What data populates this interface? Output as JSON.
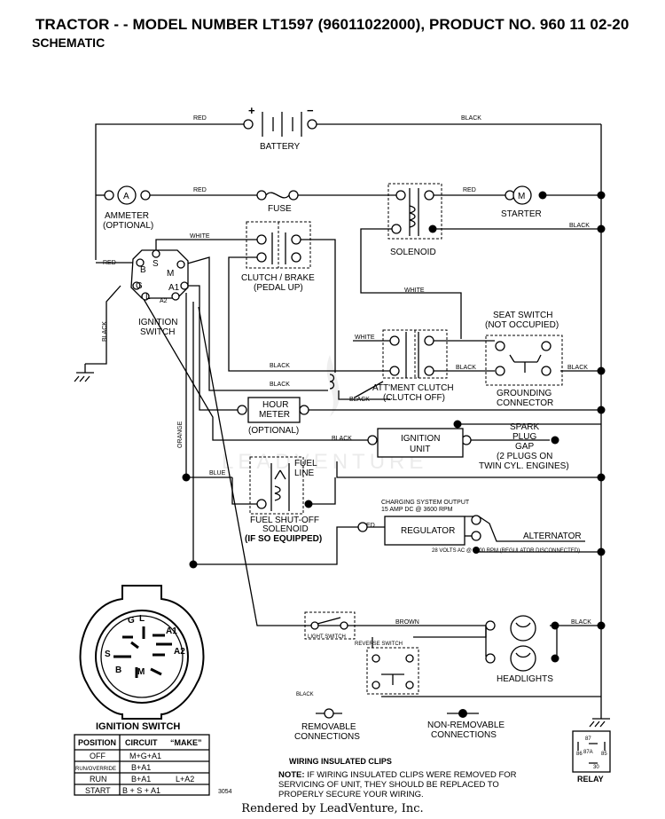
{
  "header": {
    "title": "TRACTOR - - MODEL NUMBER  LT1597 (96011022000), PRODUCT NO. 960 11 02-20",
    "subtitle": "SCHEMATIC"
  },
  "wire_colors": {
    "red": "RED",
    "black": "BLACK",
    "white": "WHITE",
    "orange": "ORANGE",
    "blue": "BLUE",
    "brown": "BROWN"
  },
  "components": {
    "battery": "BATTERY",
    "battery_plus": "+",
    "battery_minus": "−",
    "ammeter_symbol": "A",
    "ammeter_line1": "AMMETER",
    "ammeter_line2": "(OPTIONAL)",
    "fuse": "FUSE",
    "starter_symbol": "M",
    "starter": "STARTER",
    "solenoid": "SOLENOID",
    "clutch_line1": "CLUTCH / BRAKE",
    "clutch_line2": "(PEDAL UP)",
    "ignition_line1": "IGNITION",
    "ignition_line2": "SWITCH",
    "term_s": "S",
    "term_b": "B",
    "term_m": "M",
    "term_g": "G",
    "term_a1": "A1",
    "term_l": "L",
    "term_a2": "A2",
    "seat_line1": "SEAT SWITCH",
    "seat_line2": "(NOT OCCUPIED)",
    "grounding_line1": "GROUNDING",
    "grounding_line2": "CONNECTOR",
    "attment_line1": "ATT'MENT CLUTCH",
    "attment_line2": "(CLUTCH OFF)",
    "hour_line1": "HOUR",
    "hour_line2": "METER",
    "hour_line3": "(OPTIONAL)",
    "ignition_unit_line1": "IGNITION",
    "ignition_unit_line2": "UNIT",
    "spark_line1": "SPARK",
    "spark_line2": "PLUG",
    "spark_line3": "GAP",
    "spark_line4": "(2 PLUGS ON",
    "spark_line5": "TWIN CYL. ENGINES)",
    "fuel_line1": "FUEL",
    "fuel_line2": "LINE",
    "fso_line1": "FUEL SHUT-OFF",
    "fso_line2": "SOLENOID",
    "fso_line3": "(IF SO EQUIPPED)",
    "charging_line1": "CHARGING SYSTEM OUTPUT",
    "charging_line2": "15 AMP DC @ 3600 RPM",
    "regulator": "REGULATOR",
    "alternator": "ALTERNATOR",
    "volts_note": "28 VOLTS AC @ 3600 RPM (REGULATOR DISCONNECTED)",
    "light_switch": "LIGHT SWITCH",
    "reverse_switch": "REVERSE SWITCH",
    "headlights": "HEADLIGHTS"
  },
  "legend": {
    "removable_line1": "REMOVABLE",
    "removable_line2": "CONNECTIONS",
    "nonremovable_line1": "NON-REMOVABLE",
    "nonremovable_line2": "CONNECTIONS"
  },
  "ignition_diagram": {
    "title": "IGNITION SWITCH",
    "labels": [
      "G",
      "L",
      "A1",
      "A2",
      "S",
      "B",
      "M"
    ]
  },
  "ignition_table": {
    "headers": [
      "POSITION",
      "CIRCUIT",
      "“MAKE”"
    ],
    "rows": [
      {
        "position": "OFF",
        "circuit": "M+G+A1",
        "make": ""
      },
      {
        "position": "RUN/OVERRIDE",
        "circuit": "B+A1",
        "make": ""
      },
      {
        "position": "RUN",
        "circuit": "B+A1",
        "make": "L+A2"
      },
      {
        "position": "START",
        "circuit": "B + S + A1",
        "make": ""
      }
    ]
  },
  "part_code": "3054",
  "clips_note": {
    "title": "WIRING INSULATED CLIPS",
    "prefix": "NOTE:",
    "line1": " IF WIRING INSULATED CLIPS WERE REMOVED FOR",
    "line2": "SERVICING OF UNIT, THEY SHOULD BE REPLACED TO",
    "line3": "PROPERLY SECURE YOUR WIRING."
  },
  "relay": {
    "title": "RELAY",
    "pins": [
      "87",
      "87A",
      "86",
      "85",
      "30"
    ]
  },
  "watermark": "LEADVENTURE",
  "footer": "Rendered by LeadVenture, Inc."
}
